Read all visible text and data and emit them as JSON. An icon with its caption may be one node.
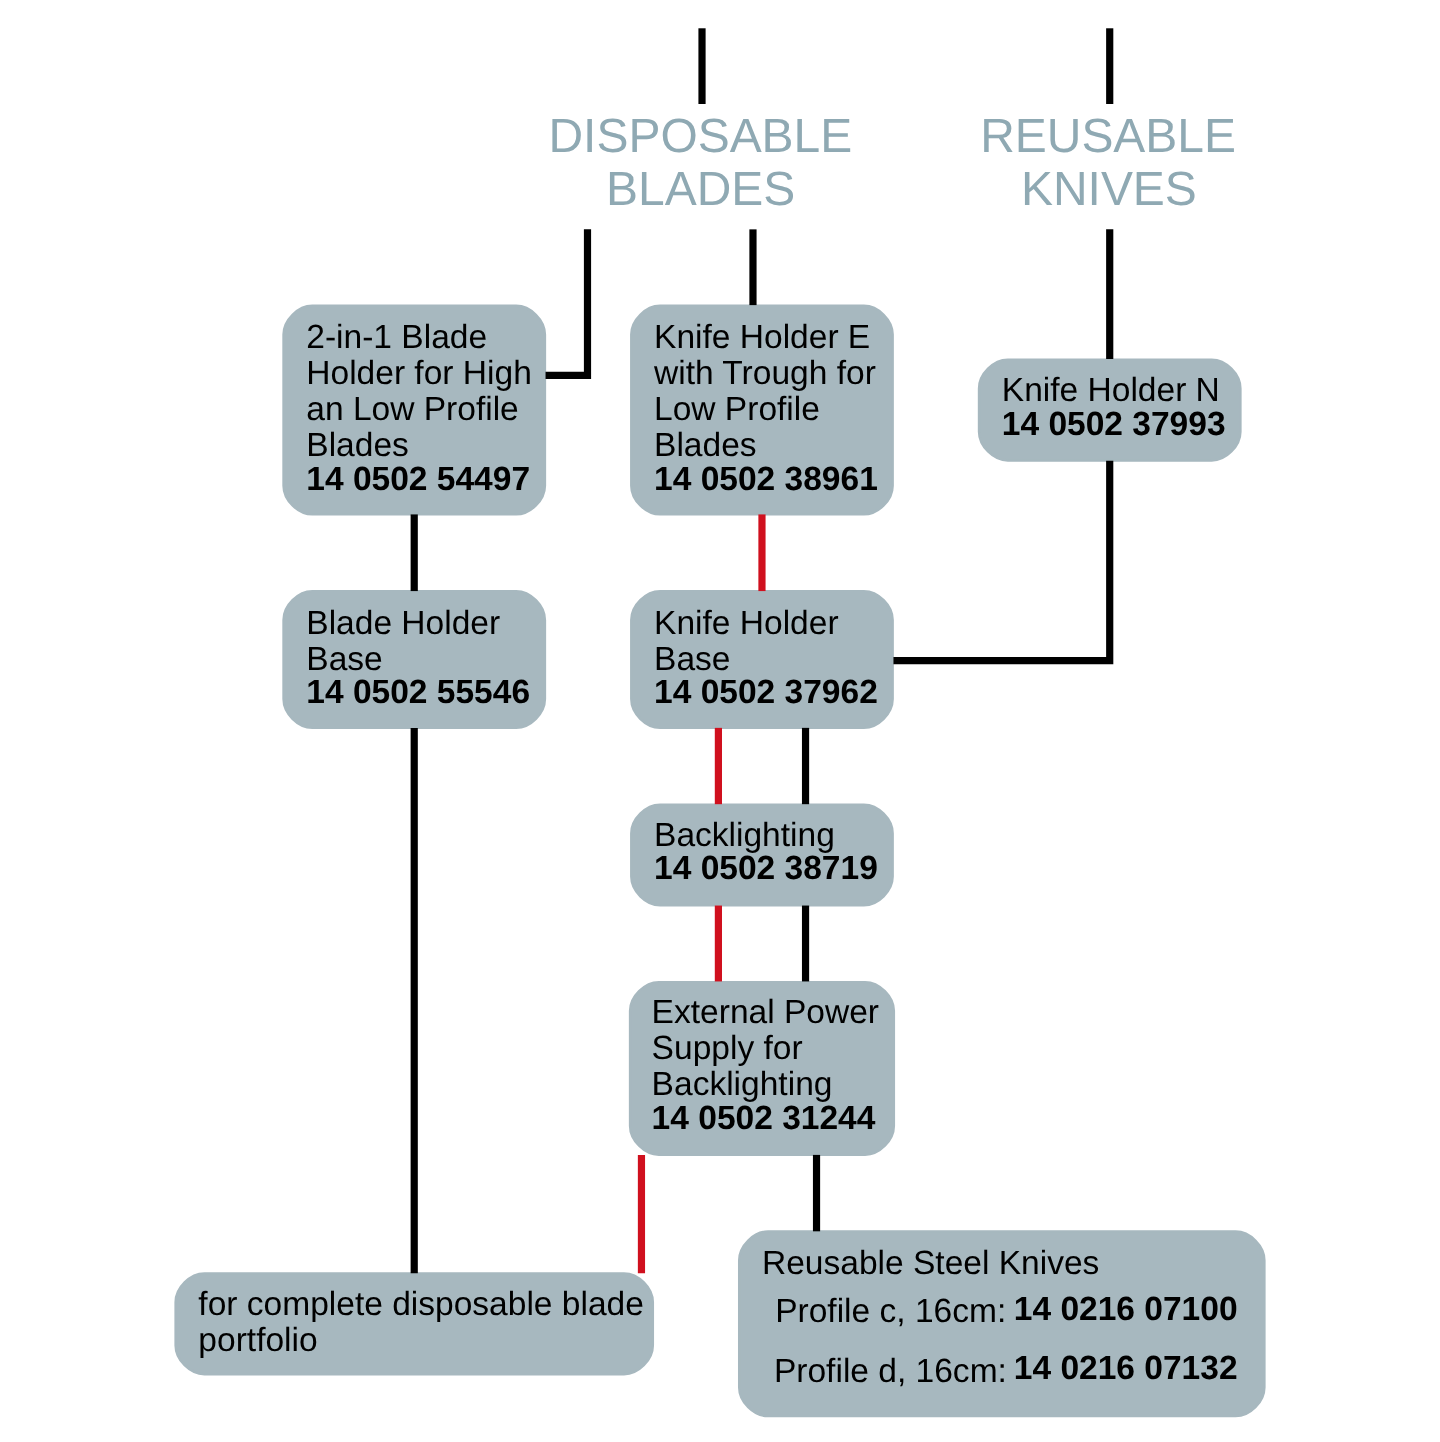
{
  "diagram": {
    "nodes": [
      {
        "text": [
          "DISPOSABLE BLADES"
        ]
      },
      {
        "text": [
          "REUSABLE KNIVES"
        ]
      },
      {
        "text": [
          "2-in-1 Blade Holder for High an Low Profile Blades",
          "14 0502 54497"
        ]
      },
      {
        "text": [
          "Knife Holder E with Trough for Low Profile Blades",
          "14 0502 38961"
        ]
      },
      {
        "text": [
          "Knife Holder N",
          "14 0502 37993"
        ]
      },
      {
        "text": [
          "Blade Holder Base",
          "14 0502 55546"
        ]
      },
      {
        "text": [
          "Knife Holder Base",
          "14 0502 37962"
        ]
      },
      {
        "text": [
          "Backlighting",
          "14 0502 38719"
        ]
      },
      {
        "text": [
          "External Power Supply for Backlighting",
          "14 0502 31244"
        ]
      },
      {
        "text": [
          "for complete disposable blade portfolio"
        ]
      },
      {
        "text": [
          "Reusable Steel Knives",
          "Profile c, 16cm: **14 0216 07100**",
          "Profile d, 16cm: **14 0216 07132**"
        ]
      }
    ],
    "edges": [
      {
        "from": null,
        "to": 0,
        "arrow": "none"
      },
      {
        "from": null,
        "to": 1,
        "arrow": "none"
      },
      {
        "from": 0,
        "to": 2,
        "arrow": "none"
      },
      {
        "from": 0,
        "to": 3,
        "arrow": "none"
      },
      {
        "from": 1,
        "to": 4,
        "arrow": "none"
      },
      {
        "from": 2,
        "to": 5,
        "arrow": "none"
      },
      {
        "from": 3,
        "to": 6,
        "arrow": "none",
        "color": "#d0101e"
      },
      {
        "from": 4,
        "to": 6,
        "arrow": "none"
      },
      {
        "from": 5,
        "to": 9,
        "arrow": "none"
      },
      {
        "from": 6,
        "to": 7,
        "arrow": "none",
        "color": "#d0101e"
      },
      {
        "from": 6,
        "to": 7,
        "arrow": "none"
      },
      {
        "from": 7,
        "to": 8,
        "arrow": "none",
        "color": "#d0101e"
      },
      {
        "from": 7,
        "to": 8,
        "arrow": "none"
      },
      {
        "from": 8,
        "to": 9,
        "arrow": "none",
        "color": "#d0101e"
      },
      {
        "from": 8,
        "to": 10,
        "arrow": "none"
      }
    ]
  }
}
